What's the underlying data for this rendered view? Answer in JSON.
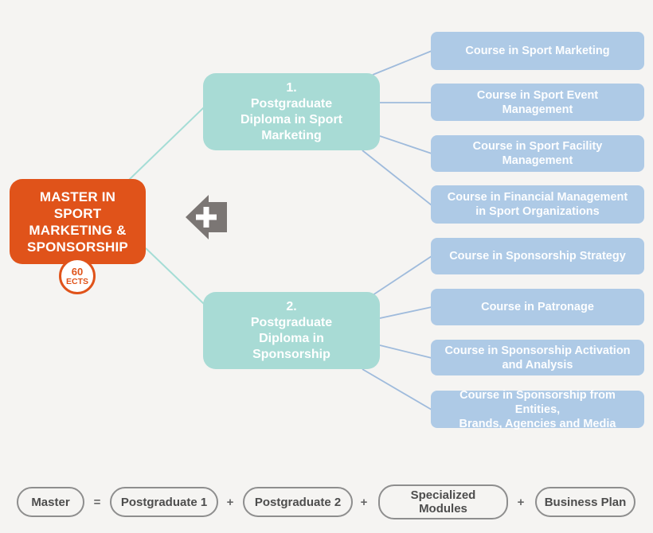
{
  "colors": {
    "background": "#f5f4f2",
    "orange": "#e0531a",
    "teal-box": "#a8dbd5",
    "teal-line": "#a5ddd6",
    "blue-box": "#aecae6",
    "blue-line": "#9fbbdc",
    "arrow-gray": "#7b7674",
    "pill-border": "#8e8e8e",
    "pill-text": "#4d4d4d",
    "operator-gray": "#666666"
  },
  "master": {
    "title": "MASTER IN SPORT MARKETING & SPONSORSHIP",
    "ects_value": "60",
    "ects_label": "ECTS"
  },
  "plus_arrow": {
    "symbol": "+"
  },
  "diplomas": [
    {
      "label": "1.\nPostgraduate\nDiploma in Sport\nMarketing"
    },
    {
      "label": "2.\nPostgraduate\nDiploma in\nSponsorship"
    }
  ],
  "courses": [
    {
      "label": "Course in Sport Marketing"
    },
    {
      "label": "Course in Sport Event\nManagement"
    },
    {
      "label": "Course in Sport Facility\nManagement"
    },
    {
      "label": "Course in Financial Management\nin Sport Organizations"
    },
    {
      "label": "Course in Sponsorship Strategy"
    },
    {
      "label": "Course in Patronage"
    },
    {
      "label": "Course in Sponsorship Activation\nand Analysis"
    },
    {
      "label": "Course in Sponsorship from Entities,\nBrands, Agencies and Media"
    }
  ],
  "formula": {
    "terms": [
      {
        "label": "Master"
      },
      {
        "label": "Postgraduate 1"
      },
      {
        "label": "Postgraduate 2"
      },
      {
        "label": "Specialized\nModules"
      },
      {
        "label": "Business Plan"
      }
    ],
    "operators": [
      {
        "symbol": "="
      },
      {
        "symbol": "+"
      },
      {
        "symbol": "+"
      },
      {
        "symbol": "+"
      }
    ]
  }
}
